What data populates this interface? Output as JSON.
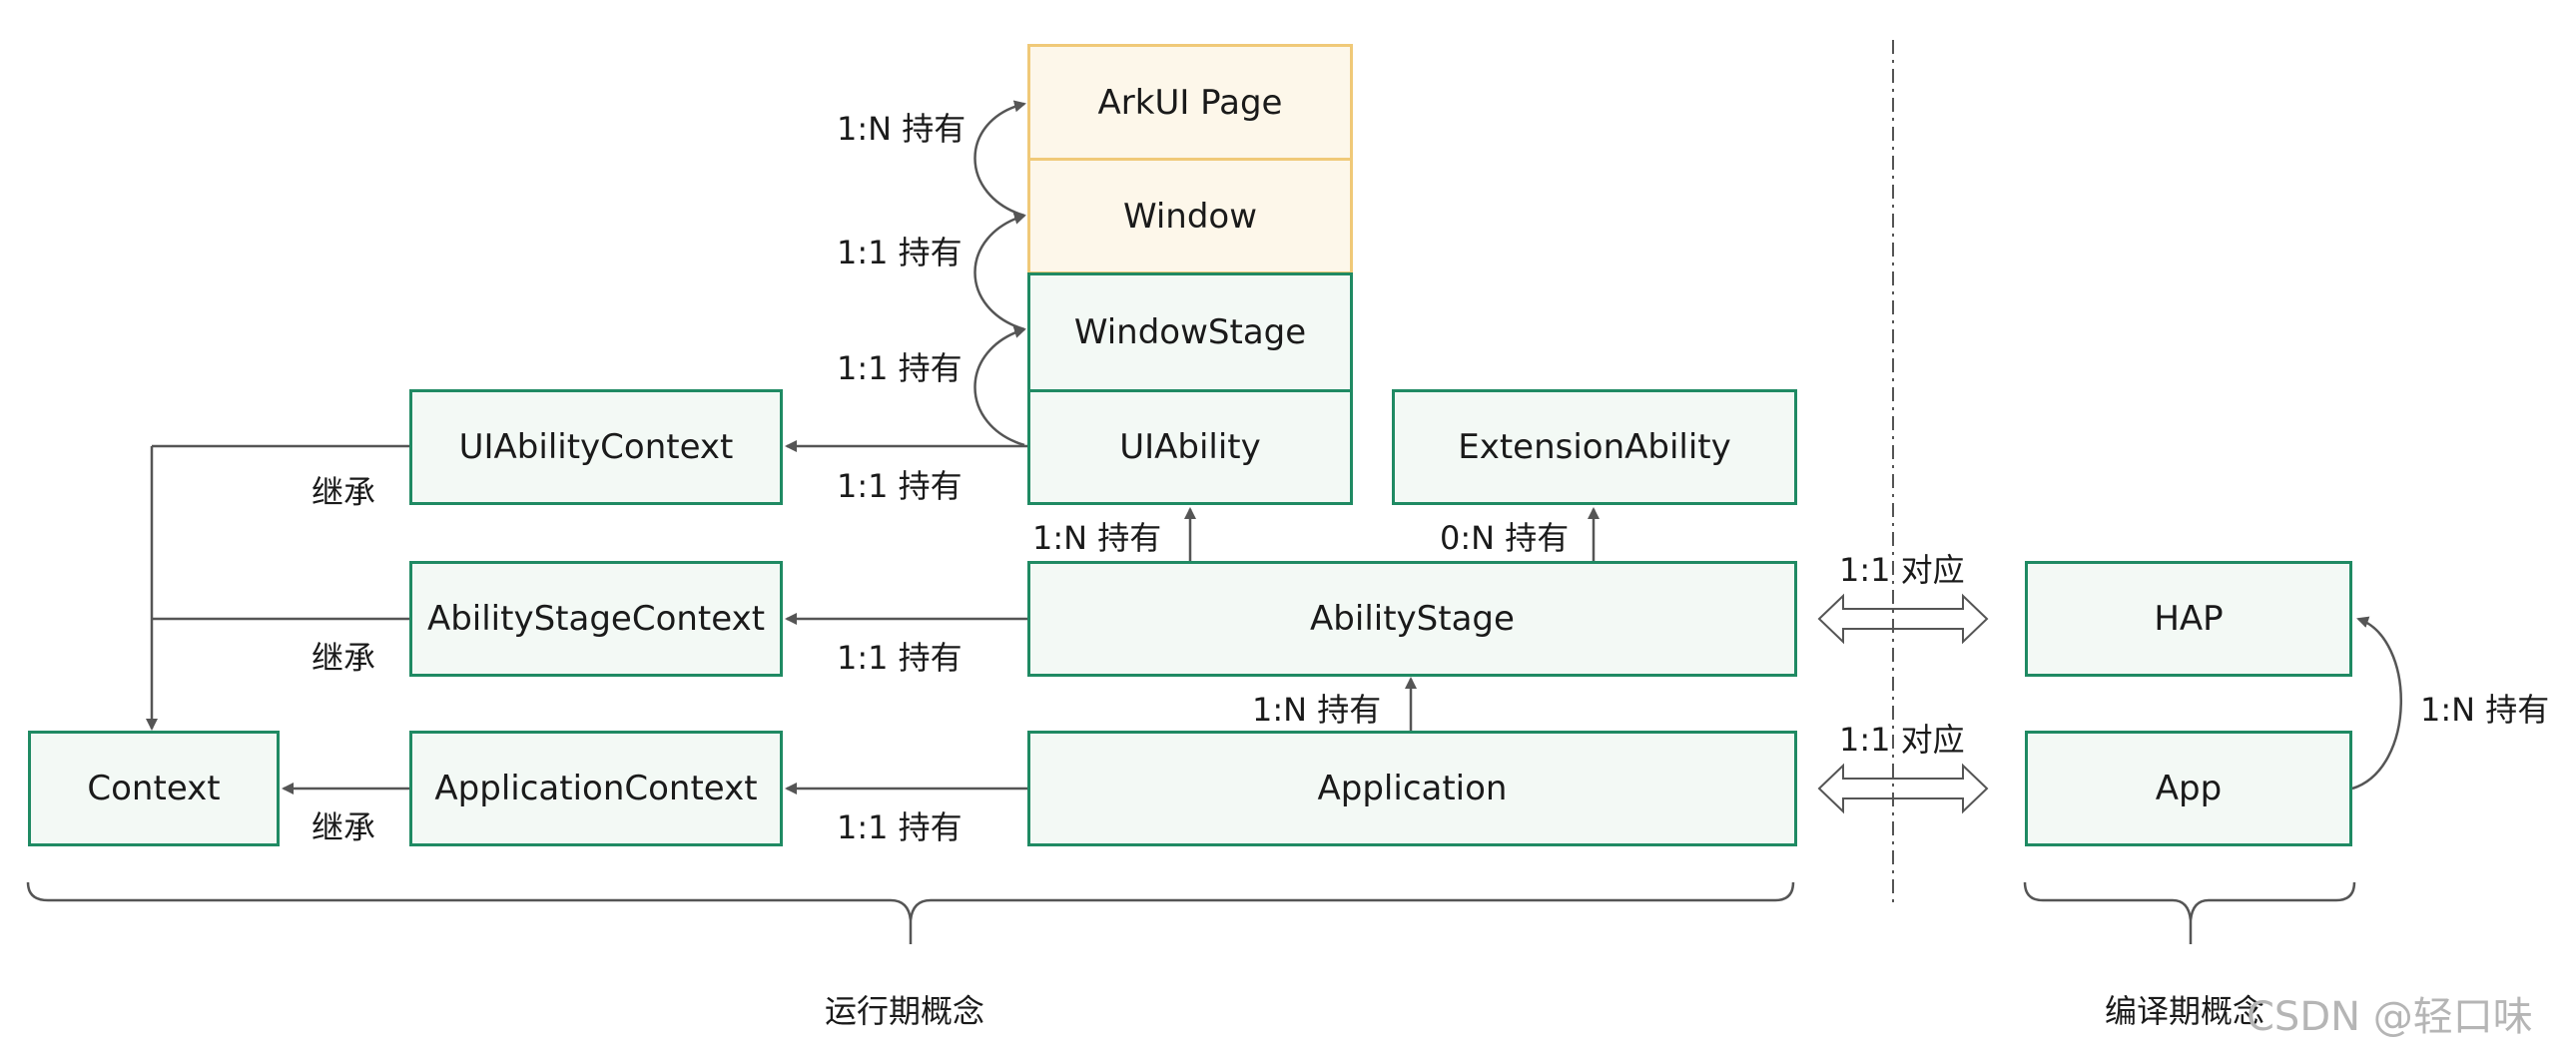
{
  "boxes": {
    "arkui_page": "ArkUI Page",
    "window": "Window",
    "window_stage": "WindowStage",
    "uiability": "UIAbility",
    "extension_ability": "ExtensionAbility",
    "uiability_context": "UIAbilityContext",
    "ability_stage_context": "AbilityStageContext",
    "ability_stage": "AbilityStage",
    "application_context": "ApplicationContext",
    "application": "Application",
    "context": "Context",
    "hap": "HAP",
    "app": "App"
  },
  "relations": {
    "page_window": "1:N 持有",
    "window_stage_window": "1:1 持有",
    "uiability_windowstage": "1:1 持有",
    "uiability_context": "1:1 持有",
    "stage_uiability": "1:N 持有",
    "stage_extension": "0:N 持有",
    "stage_context": "1:1 持有",
    "application_stage": "1:N 持有",
    "application_context": "1:1 持有",
    "inherit_uiability": "继承",
    "inherit_stage": "继承",
    "inherit_application": "继承",
    "hap_mapping": "1:1 对应",
    "app_mapping": "1:1 对应",
    "app_hap": "1:N 持有"
  },
  "groups": {
    "runtime": "运行期概念",
    "compile_time": "编译期概念"
  },
  "watermark": "CSDN @轻口味",
  "colors": {
    "green_border": "#1f8a63",
    "green_fill": "#f3f9f5",
    "yellow_border": "#f0c978",
    "yellow_fill": "#fdf7ea",
    "line": "#555555"
  }
}
